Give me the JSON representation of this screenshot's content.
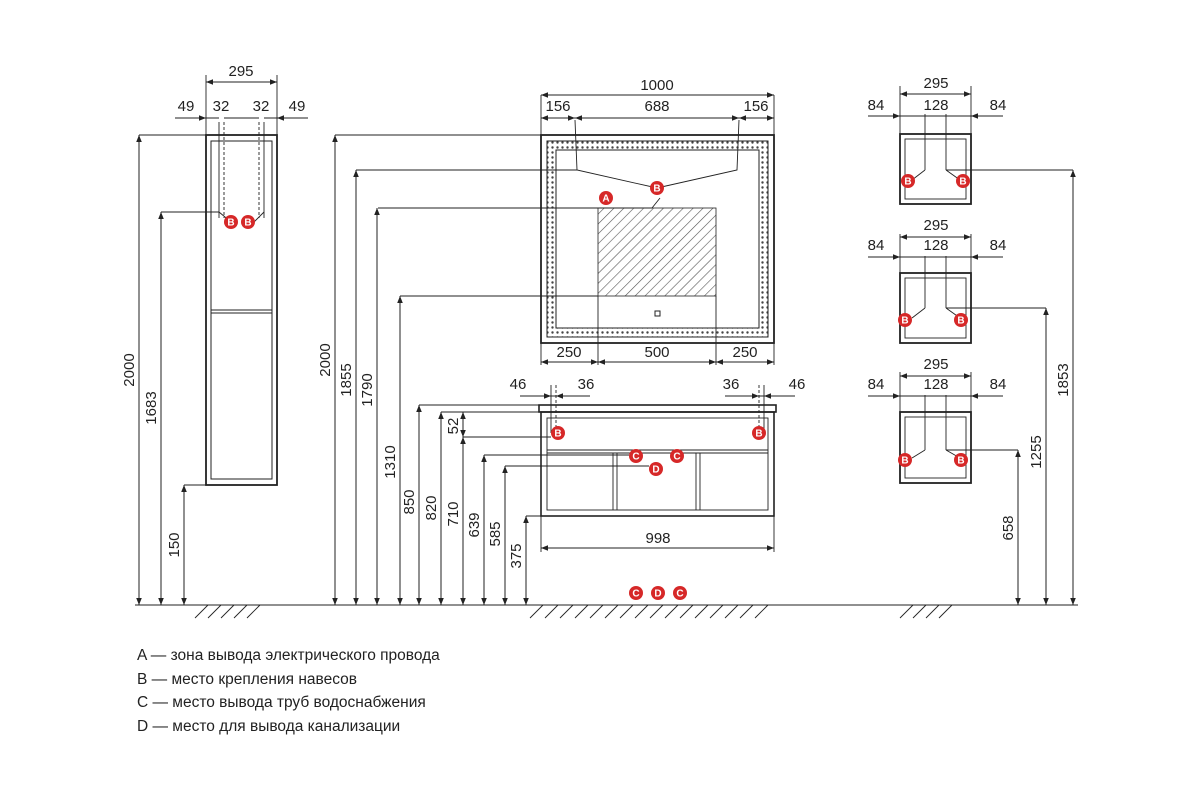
{
  "column": {
    "top": {
      "total": "295",
      "left_outer": "49",
      "left_inner": "32",
      "right_inner": "32",
      "right_outer": "49"
    },
    "heights": {
      "total": "2000",
      "hinge": "1683",
      "floor_gap": "150"
    }
  },
  "mirror": {
    "top": {
      "total": "1000",
      "left": "156",
      "mid": "688",
      "right": "156"
    },
    "bottom": {
      "left": "250",
      "mid": "500",
      "right": "250"
    }
  },
  "cabinet": {
    "top": {
      "l_outer": "46",
      "l_inner": "36",
      "r_inner": "36",
      "r_outer": "46"
    },
    "width": "998",
    "depth": "52"
  },
  "heights": [
    "2000",
    "1855",
    "1790",
    "1310",
    "850",
    "820",
    "710",
    "639",
    "585",
    "375"
  ],
  "shelves": [
    {
      "total": "295",
      "left": "84",
      "mid": "128",
      "right": "84"
    },
    {
      "total": "295",
      "left": "84",
      "mid": "128",
      "right": "84"
    },
    {
      "total": "295",
      "left": "84",
      "mid": "128",
      "right": "84"
    }
  ],
  "right_heights": {
    "top": "1853",
    "mid": "1255",
    "low": "658"
  },
  "markers": {
    "a": "A",
    "b": "B",
    "c": "C",
    "d": "D"
  },
  "legend": [
    "A — зона вывода электрического провода",
    "B — место крепления навесов",
    "C — место вывода труб водоснабжения",
    "D — место для вывода канализации"
  ],
  "colors": {
    "marker": "#d62828",
    "line": "#222222"
  }
}
